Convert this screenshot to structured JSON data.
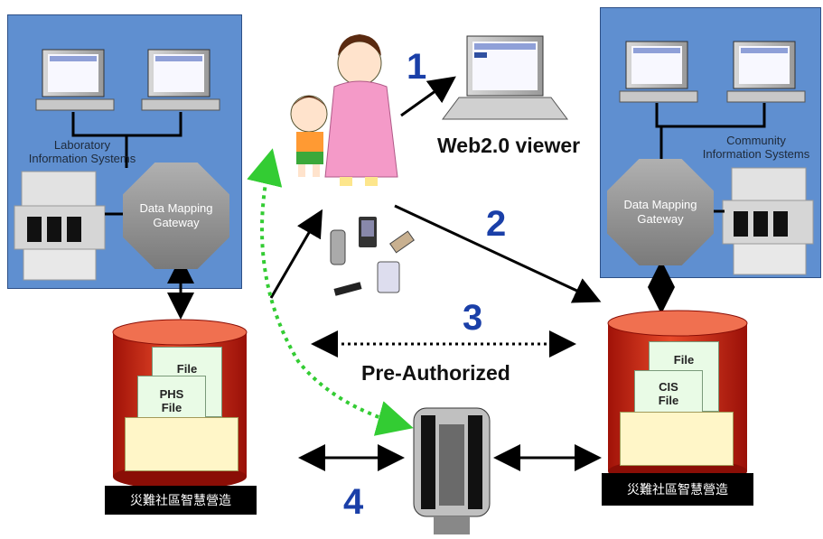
{
  "numbers": {
    "n1": "1",
    "n2": "2",
    "n3": "3",
    "n4": "4"
  },
  "web_viewer_label": "Web2.0 viewer",
  "pre_authorized_label": "Pre-Authorized",
  "left_system": {
    "label_line1": "Laboratory",
    "label_line2": "Information  Systems",
    "gateway_line1": "Data Mapping",
    "gateway_line2": "Gateway"
  },
  "right_system": {
    "label_line1": "Community",
    "label_line2": "Information  Systems",
    "gateway_line1": "Data Mapping",
    "gateway_line2": "Gateway"
  },
  "left_db": {
    "file_label": "File",
    "phs_line1": "PHS",
    "phs_line2": "File",
    "caption": "災難社區智慧營造"
  },
  "right_db": {
    "file_label": "File",
    "cis_line1": "CIS",
    "cis_line2": "File",
    "caption": "災難社區智慧營造"
  },
  "colors": {
    "panel": "#5f8fd0",
    "number": "#1a3fa8",
    "db_red": "#d42a1a",
    "dotted_green": "#33cc33"
  }
}
